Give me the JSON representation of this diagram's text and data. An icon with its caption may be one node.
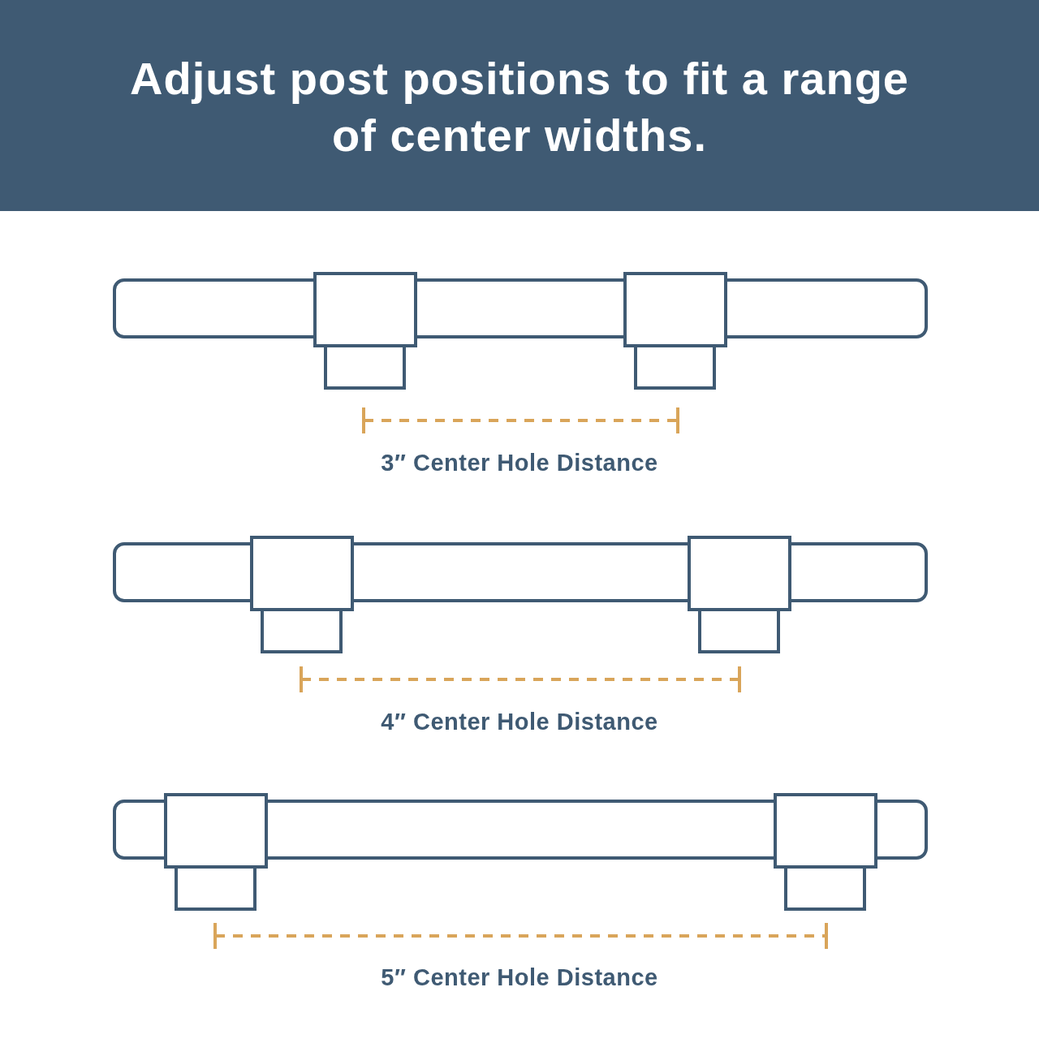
{
  "diagram": {
    "title": "Adjust post positions to fit a range of center widths.",
    "labels": [
      "3″ Center Hole Distance",
      "4″ Center Hole Distance",
      "5″ Center Hole Distance"
    ]
  }
}
